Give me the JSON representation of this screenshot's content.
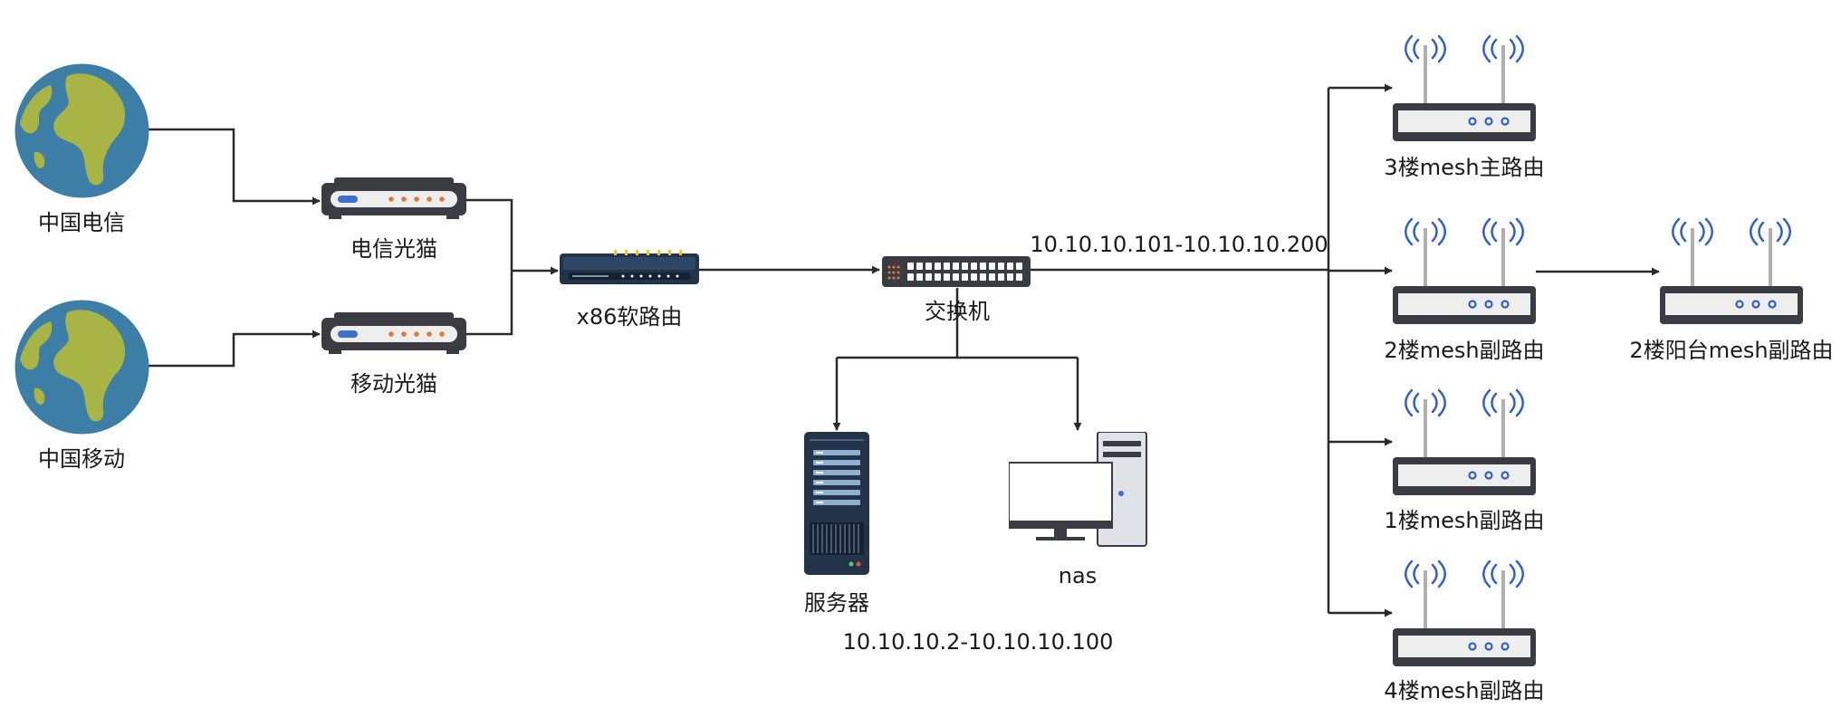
{
  "nodes": {
    "telecom_globe": "中国电信",
    "mobile_globe": "中国移动",
    "telecom_modem": "电信光猫",
    "mobile_modem": "移动光猫",
    "soft_router": "x86软路由",
    "switch": "交换机",
    "server": "服务器",
    "nas": "nas",
    "mesh_3f_main": "3楼mesh主路由",
    "mesh_2f_sub": "2楼mesh副路由",
    "mesh_2f_balcony": "2楼阳台mesh副路由",
    "mesh_1f_sub": "1楼mesh副路由",
    "mesh_4f_sub": "4楼mesh副路由"
  },
  "ip_ranges": {
    "mesh_range": "10.10.10.101-10.10.10.200",
    "server_range": "10.10.10.2-10.10.10.100"
  },
  "colors": {
    "line": "#2a2a2a",
    "ocean": "#3d7ea6",
    "land": "#a8b546",
    "device_dark": "#3b3b44",
    "device_light": "#eeeeee",
    "modem_blue": "#3e6fd1",
    "modem_orange": "#e07a3a",
    "wifi_blue": "#2f5fc8",
    "router_navy": "#23344a"
  }
}
